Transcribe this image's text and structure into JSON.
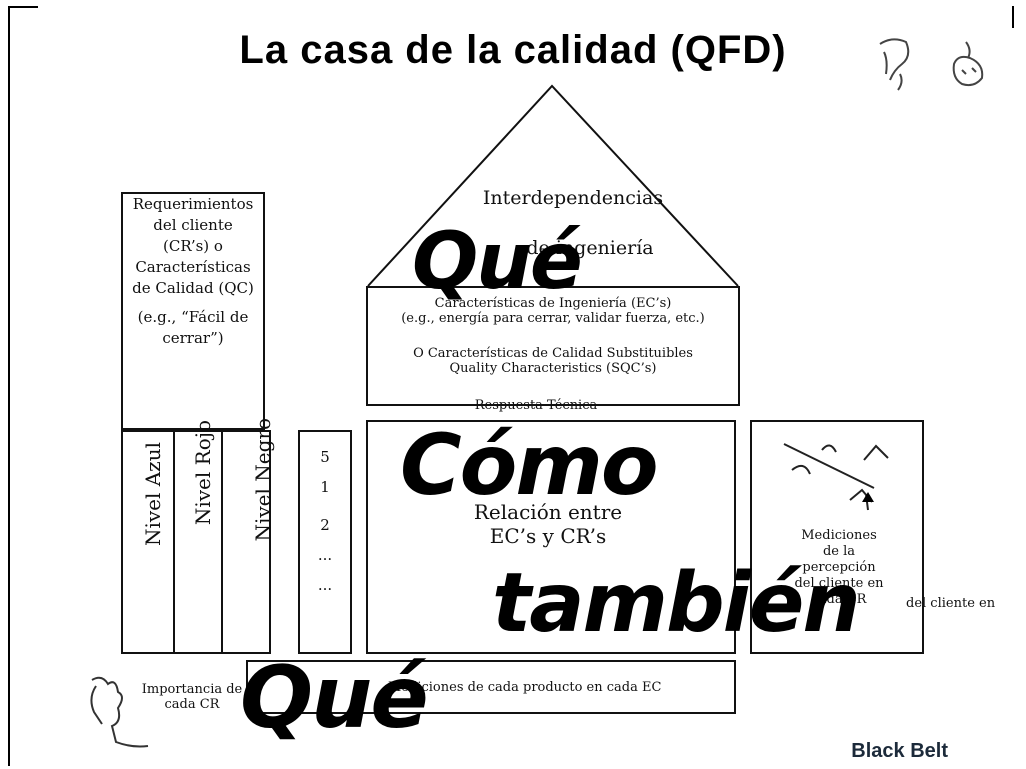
{
  "title": "La casa de la calidad (QFD)",
  "roof": {
    "line1": "Interdependencias",
    "line2": "de ingeniería"
  },
  "customer_requirements": {
    "lines": [
      "Requerimientos",
      "del cliente",
      "(CR’s) o",
      "Características",
      "de Calidad (QC)",
      "(e.g., “Fácil de",
      "cerrar”)"
    ]
  },
  "engineering_characteristics": {
    "line1": "Características de Ingeniería (EC’s)",
    "line2": "(e.g., energía para cerrar, validar fuerza, etc.)",
    "line3": "O Características de Calidad Substituibles",
    "line4": "Quality Characteristics (SQC’s)",
    "below": "Respuesta Técnica"
  },
  "levels": [
    "Nivel Azul",
    "Nivel Rojo",
    "Nivel Negro"
  ],
  "ratings": [
    "5",
    "1",
    "2",
    "...",
    "..."
  ],
  "relationship": {
    "line1": "Relación entre",
    "line2": "EC’s y CR’s"
  },
  "perception": {
    "lines": [
      "Mediciones",
      "de la",
      "percepción",
      "del cliente en",
      "cada CR"
    ]
  },
  "importance": {
    "line1": "Importancia de",
    "line2": "cada CR"
  },
  "measurements": "Mediciones de cada producto en cada EC",
  "overlays": {
    "que": "Qué",
    "como": "Cómo",
    "tambien": "también",
    "que2": "Qué"
  },
  "brand": "Black Belt"
}
